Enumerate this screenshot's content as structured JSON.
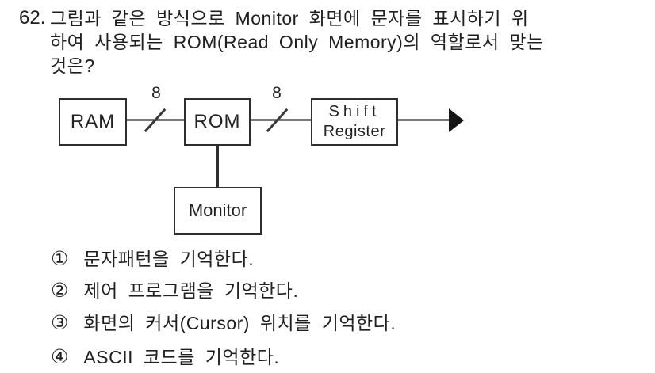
{
  "colors": {
    "background": "#ffffff",
    "text": "#1f1f1f",
    "box_border": "#2e2e2e",
    "wire": "#7a7a7a",
    "arrow": "#151515"
  },
  "question": {
    "number": "62.",
    "lines": [
      "그림과 같은 방식으로 Monitor 화면에 문자를 표시하기 위",
      "하여 사용되는 ROM(Read Only Memory)의 역할로서 맞는",
      "것은?"
    ]
  },
  "diagram": {
    "ram_label": "RAM",
    "rom_label": "ROM",
    "shift_register_label_line1": "Shift",
    "shift_register_label_line2": "Register",
    "monitor_label": "Monitor",
    "bus_width_left": "8",
    "bus_width_right": "8"
  },
  "choices": [
    {
      "marker": "①",
      "text": "문자패턴을 기억한다."
    },
    {
      "marker": "②",
      "text": "제어 프로그램을 기억한다."
    },
    {
      "marker": "③",
      "text": "화면의 커서(Cursor) 위치를 기억한다."
    },
    {
      "marker": "④",
      "text": "ASCII 코드를 기억한다."
    }
  ]
}
